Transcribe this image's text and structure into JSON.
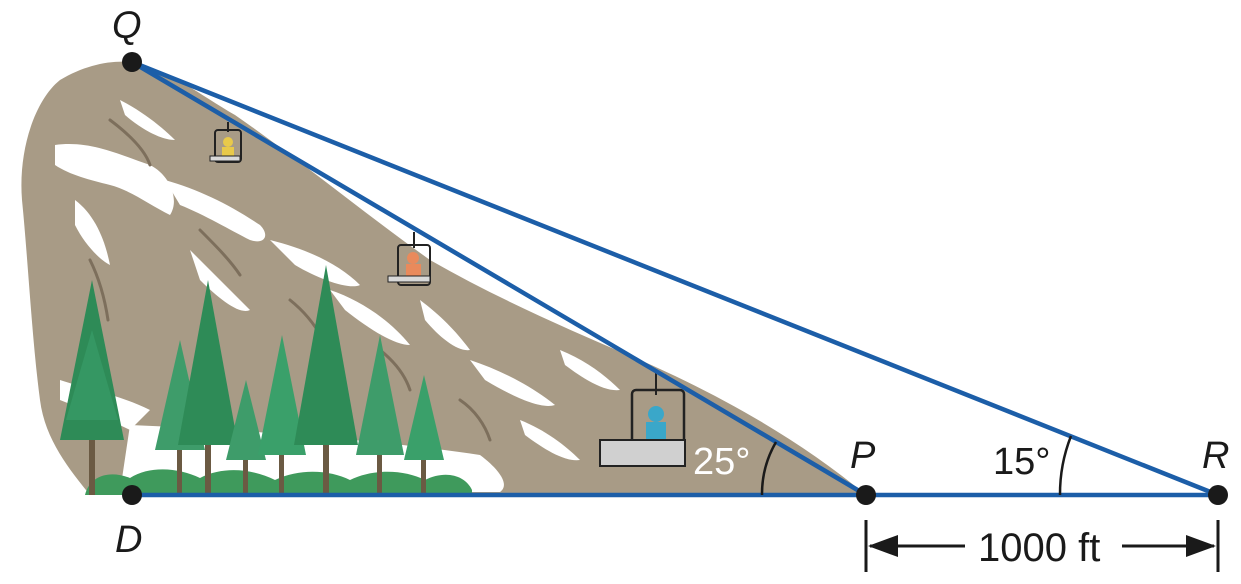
{
  "points": {
    "Q": "Q",
    "D": "D",
    "P": "P",
    "R": "R"
  },
  "angles": {
    "at_P": "25°",
    "at_R": "15°"
  },
  "measure": {
    "PR": "1000 ft"
  },
  "colors": {
    "line": "#1c5ea8",
    "mountain": "#a89b86",
    "snow": "#ffffff",
    "tree": "#2e8b57",
    "text": "#1a1a1a"
  }
}
